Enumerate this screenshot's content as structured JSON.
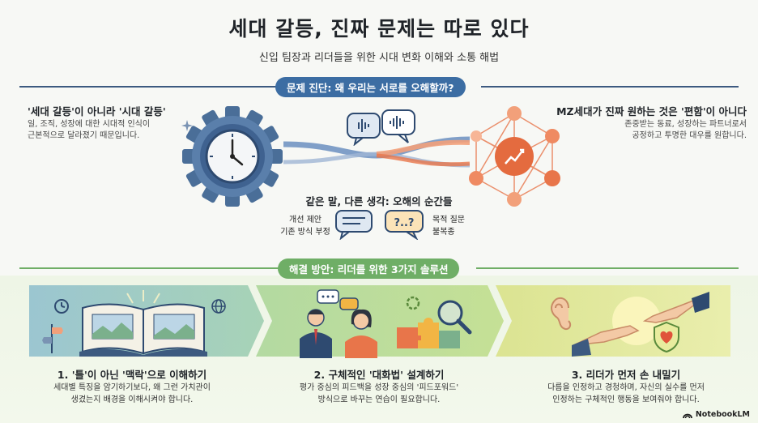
{
  "header": {
    "title": "세대 갈등, 진짜 문제는 따로 있다",
    "subtitle": "신입 팀장과 리더들을 위한 시대 변화 이해와 소통 해법"
  },
  "problem": {
    "section_label": "문제 진단: 왜 우리는 서로를 오해할까?",
    "left": {
      "heading": "'세대 갈등'이 아니라 '시대 갈등'",
      "body_line1": "일, 조직, 성장에 대한 시대적 인식이",
      "body_line2": "근본적으로 달라졌기 때문입니다."
    },
    "right": {
      "heading": "MZ세대가 진짜 원하는 것은 '편함'이 아니다",
      "body_line1": "존중받는 동료, 성장하는 파트너로서",
      "body_line2": "공정하고 투명한 대우를 원합니다."
    },
    "middle": {
      "heading": "같은 말, 다른 생각: 오해의 순간들",
      "left_line1": "개선 제안",
      "left_line2": "기존 방식 부정",
      "bubble_right": "?..?",
      "right_line1": "목적 질문",
      "right_line2": "불복종"
    }
  },
  "solution": {
    "section_label": "해결 방안: 리더를 위한 3가지 솔루션",
    "items": [
      {
        "title": "1. '틀'이 아닌 '맥락'으로 이해하기",
        "line1": "세대별 특징을 암기하기보다, 왜 그런 가치관이",
        "line2": "생겼는지 배경을 이해시켜야 합니다."
      },
      {
        "title": "2. 구체적인 '대화법' 설계하기",
        "line1": "평가 중심의 피드백을 성장 중심의 '피드포워드'",
        "line2": "방식으로 바꾸는 연습이 필요합니다."
      },
      {
        "title": "3. 리더가 먼저 손 내밀기",
        "line1": "다름을 인정하고 경청하며, 자신의 실수를 먼저",
        "line2": "인정하는 구체적인 행동을 보여줘야 합니다."
      }
    ]
  },
  "footer": {
    "brand": "NotebookLM"
  },
  "colors": {
    "blue_accent": "#3c6da3",
    "orange_accent": "#e8754a",
    "green_accent": "#6fae66",
    "yellow_accent": "#c9d56a"
  }
}
